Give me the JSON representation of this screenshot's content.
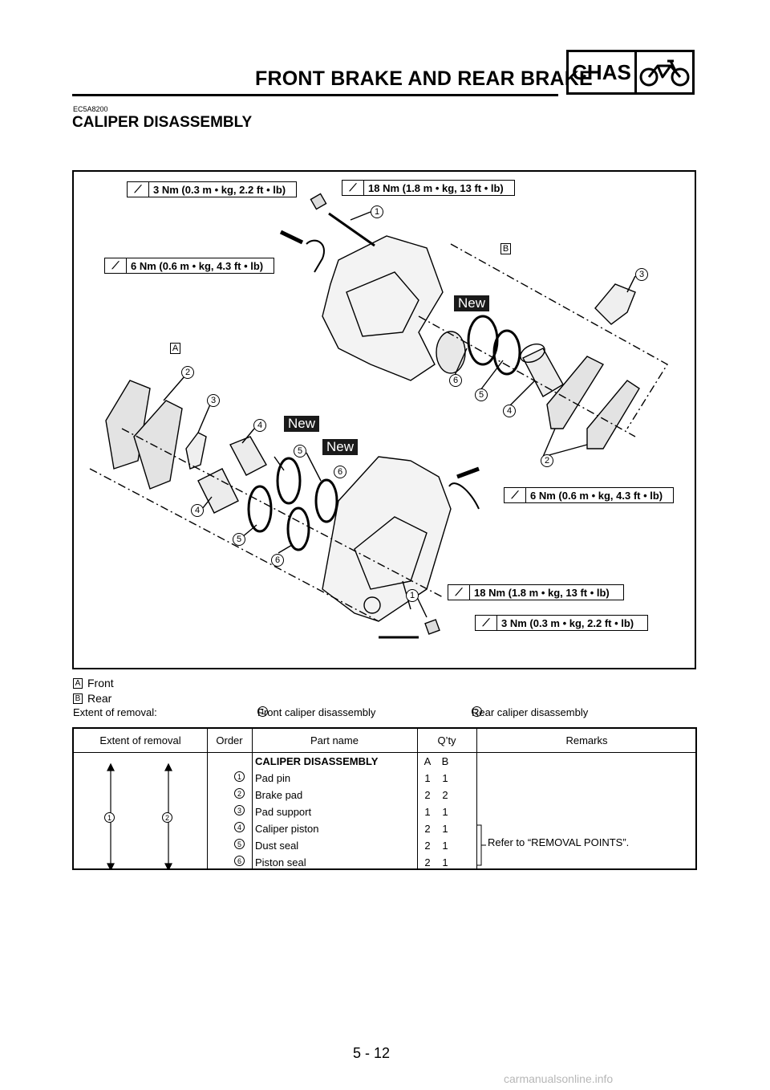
{
  "header": {
    "title": "FRONT BRAKE AND REAR BRAKE",
    "badge": "CHAS",
    "badge_icon": "motorcycle-icon"
  },
  "section": {
    "code": "EC5A8200",
    "title": "CALIPER DISASSEMBLY"
  },
  "diagram": {
    "torque_labels": [
      "3 Nm (0.3 m • kg, 2.2 ft • lb)",
      "18 Nm (1.8 m • kg, 13 ft • lb)",
      "6 Nm (0.6 m • kg, 4.3 ft • lb)",
      "6 Nm (0.6 m • kg, 4.3 ft • lb)",
      "18 Nm (1.8 m • kg, 13 ft • lb)",
      "3 Nm (0.3 m • kg, 2.2 ft • lb)"
    ],
    "new_tag": "New",
    "letters": [
      "A",
      "B"
    ],
    "callouts": [
      "1",
      "2",
      "3",
      "4",
      "5",
      "6"
    ]
  },
  "legend": [
    {
      "letter": "A",
      "text": "Front"
    },
    {
      "letter": "B",
      "text": "Rear"
    }
  ],
  "extent": {
    "label": "Extent of removal:",
    "items": [
      {
        "num": "1",
        "text": "Front caliper disassembly"
      },
      {
        "num": "2",
        "text": "Rear caliper disassembly"
      }
    ]
  },
  "table": {
    "headers": [
      "Extent of removal",
      "Order",
      "Part name",
      "Q’ty",
      "Remarks"
    ],
    "group_title": "CALIPER DISASSEMBLY",
    "qty_headers": [
      "A",
      "B"
    ],
    "rows": [
      {
        "order": "1",
        "part": "Pad pin",
        "a": "1",
        "b": "1"
      },
      {
        "order": "2",
        "part": "Brake pad",
        "a": "2",
        "b": "2"
      },
      {
        "order": "3",
        "part": "Pad support",
        "a": "1",
        "b": "1"
      },
      {
        "order": "4",
        "part": "Caliper piston",
        "a": "2",
        "b": "1"
      },
      {
        "order": "5",
        "part": "Dust seal",
        "a": "2",
        "b": "1"
      },
      {
        "order": "6",
        "part": "Piston seal",
        "a": "2",
        "b": "1"
      }
    ],
    "remarks": "Refer to “REMOVAL POINTS”.",
    "extent_markers": [
      "1",
      "2"
    ]
  },
  "page_number": "5 - 12",
  "watermark": "carmanualsonline.info"
}
